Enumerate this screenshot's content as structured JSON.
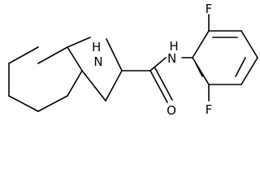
{
  "structure": {
    "atoms": {
      "n_ring": "H\nN",
      "n_amide": "N\nH",
      "o": "O",
      "f_top": "F",
      "f_bottom": "F"
    },
    "colors": {
      "bond": "#000000",
      "label": "#000000",
      "background": "#ffffff"
    }
  }
}
